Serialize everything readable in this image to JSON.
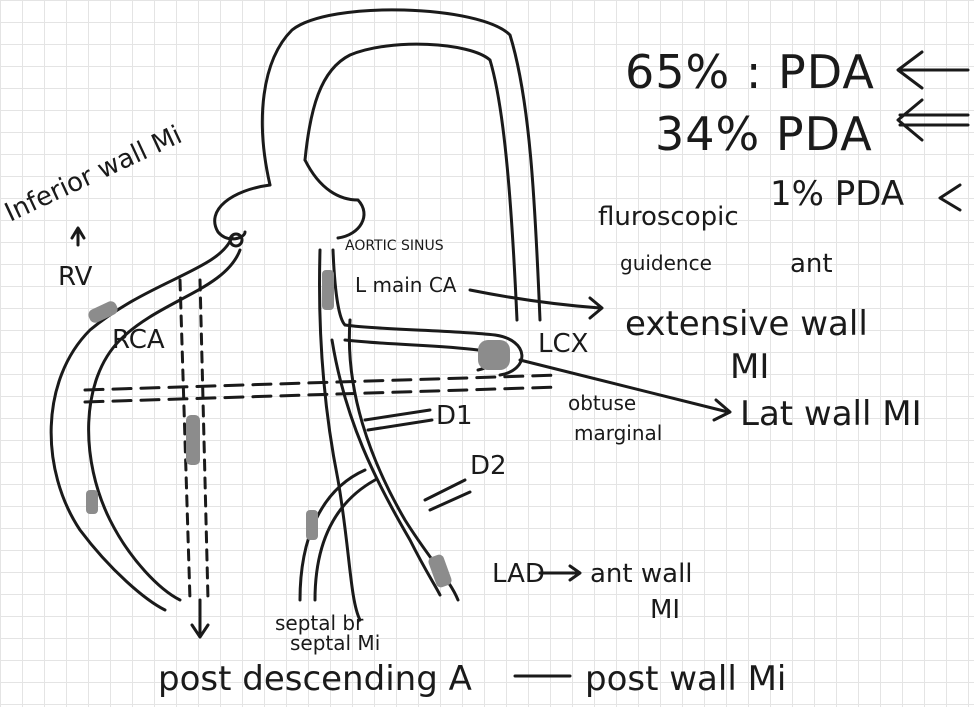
{
  "colors": {
    "ink": "#1a1a1a",
    "grid": "#e4e4e4",
    "lesion": "#8c8c8c"
  },
  "labels": {
    "pda_line_1": "65% : PDA",
    "pda_line_2": "34% PDA",
    "pda_line_3": "1% PDA",
    "inferior_wall_mi": "Inferior wall Mi",
    "rv": "RV",
    "rca": "RCA",
    "aortic_sinus": "AORTIC SINUS",
    "left_main_ca": "L main CA",
    "fluoroscopic_guidance_1": "fluroscopic",
    "fluoroscopic_guidance_2": "guidence",
    "ant_extensive_wall_mi_1": "ant",
    "ant_extensive_wall_mi_2": "extensive wall",
    "ant_extensive_wall_mi_3": "MI",
    "lcx": "LCX",
    "obtuse_marginal_1": "obtuse",
    "obtuse_marginal_2": "marginal",
    "lat_wall_mi": "Lat wall MI",
    "d1": "D1",
    "d2": "D2",
    "lad_ant_wall_mi_1": "LAD",
    "lad_ant_wall_mi_2": "ant wall",
    "lad_ant_wall_mi_3": "MI",
    "septal_1": "septal br",
    "septal_2": "septal Mi",
    "post_descending": "post descending A",
    "post_wall_mi": "post wall Mi"
  }
}
